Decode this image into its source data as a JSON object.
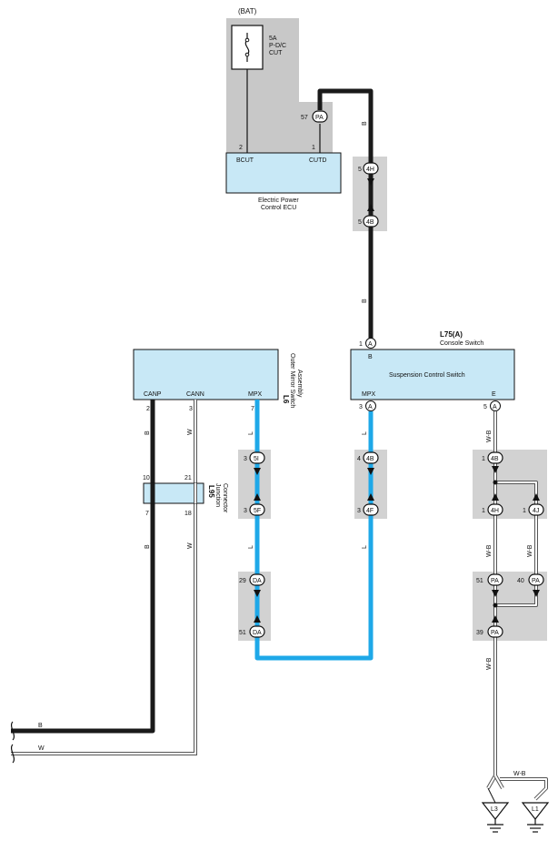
{
  "colors": {
    "wire_black": "#1a1a1a",
    "wire_blue": "#1ea8e8",
    "wire_white": "#ffffff",
    "component_fill": "#c8e8f6",
    "connector_shade": "#d2d2d2",
    "fuse_shade": "#c8c8c8"
  },
  "top": {
    "bat_label": "(BAT)",
    "fuse_label_1": "5A",
    "fuse_label_2": "P-D/C",
    "fuse_label_3": "CUT",
    "ecu": {
      "pin_left_num": "2",
      "pin_right_num": "1",
      "pin_left_name": "BCUT",
      "pin_right_name": "CUTD",
      "name_1": "Electric Power",
      "name_2": "Control ECU"
    },
    "conn_pa_pin": "57",
    "conn_pa_code": "PA",
    "wire_color_1": "B",
    "conn_4h_pin": "5",
    "conn_4h_code": "4H",
    "conn_4b_pin": "5",
    "conn_4b_code": "4B",
    "wire_color_2": "B"
  },
  "console": {
    "code": "L75(A)",
    "name": "Console Switch",
    "pin_top_num": "1",
    "pin_top_code": "A",
    "pin_top_name": "B",
    "title": "Suspension Control Switch",
    "pin_mpx_name": "MPX",
    "pin_e_name": "E",
    "pin_mpx_num": "3",
    "pin_mpx_code": "A",
    "pin_e_num": "5",
    "pin_e_code": "A"
  },
  "mirror": {
    "code": "L6",
    "name_1": "Outer Mirror Switch",
    "name_2": "Assembly",
    "pin_canp": "CANP",
    "pin_cann": "CANN",
    "pin_mpx": "MPX",
    "num_canp": "2",
    "num_cann": "3",
    "num_mpx": "7"
  },
  "junction": {
    "code": "L95",
    "name_1": "Junction",
    "name_2": "Connector",
    "num_tl": "10",
    "num_tr": "21",
    "num_bl": "7",
    "num_br": "18"
  },
  "wire_letters": {
    "canp_top": "B",
    "cann_top": "W",
    "canp_bot": "B",
    "cann_bot": "W",
    "mpx_left_1": "L",
    "mpx_left_2": "L",
    "mpx_mid_1": "L",
    "mpx_mid_2": "L",
    "e_1": "W-B",
    "e_left": "W-B",
    "e_right": "W-B",
    "e_bottom": "W-B",
    "ground_link": "W-B",
    "bottom_b": "B",
    "bottom_w": "W"
  },
  "connectors": {
    "c5i_pin": "3",
    "c5i_code": "5I",
    "c5f_pin": "3",
    "c5f_code": "5F",
    "cda_top_pin": "29",
    "cda_top_code": "DA",
    "cda_bot_pin": "51",
    "cda_bot_code": "DA",
    "c4b_mid_pin": "4",
    "c4b_mid_code": "4B",
    "c4f_pin": "3",
    "c4f_code": "4F",
    "c4b_r_pin": "1",
    "c4b_r_code": "4B",
    "c4h_r_pin": "1",
    "c4h_r_code": "4H",
    "c4j_pin": "1",
    "c4j_code": "4J",
    "cpa51_pin": "51",
    "cpa51_code": "PA",
    "cpa40_pin": "40",
    "cpa40_code": "PA",
    "cpa39_pin": "39",
    "cpa39_code": "PA"
  },
  "grounds": {
    "g1": "L3",
    "g2": "L1"
  }
}
